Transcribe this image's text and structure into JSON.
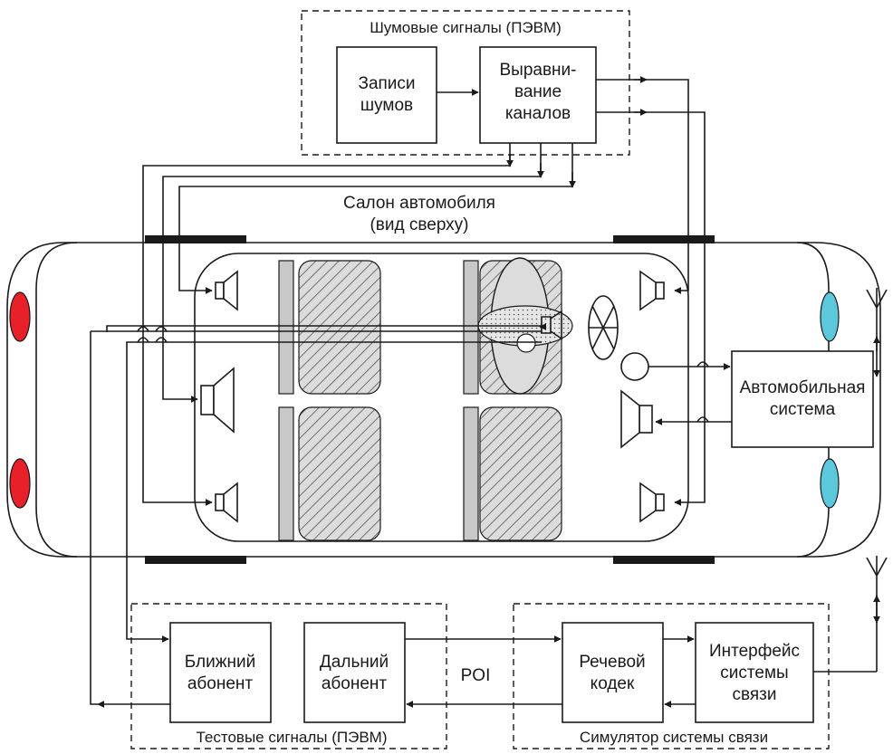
{
  "noise_group": {
    "title": "Шумовые сигналы (ПЭВМ)",
    "recordings": [
      "Записи",
      "шумов"
    ],
    "equalization": [
      "Выравни-",
      "вание",
      "каналов"
    ]
  },
  "car": {
    "caption": [
      "Салон автомобиля",
      "(вид сверху)"
    ],
    "system": [
      "Автомобильная",
      "система"
    ]
  },
  "test_group": {
    "title": "Тестовые сигналы (ПЭВМ)",
    "near": [
      "Ближний",
      "абонент"
    ],
    "far": [
      "Дальний",
      "абонент"
    ]
  },
  "comm_group": {
    "title": "Симулятор системы связи",
    "codec": [
      "Речевой",
      "кодек"
    ],
    "interface": [
      "Интерфейс",
      "системы",
      "связи"
    ]
  },
  "poi_label": "POI",
  "colors": {
    "taillight": "#e8202a",
    "headlight": "#5bc8dc",
    "seat_frame": "#c8c8c8",
    "seat": "#d8d8d8",
    "bumper": "#1a1a1a"
  }
}
